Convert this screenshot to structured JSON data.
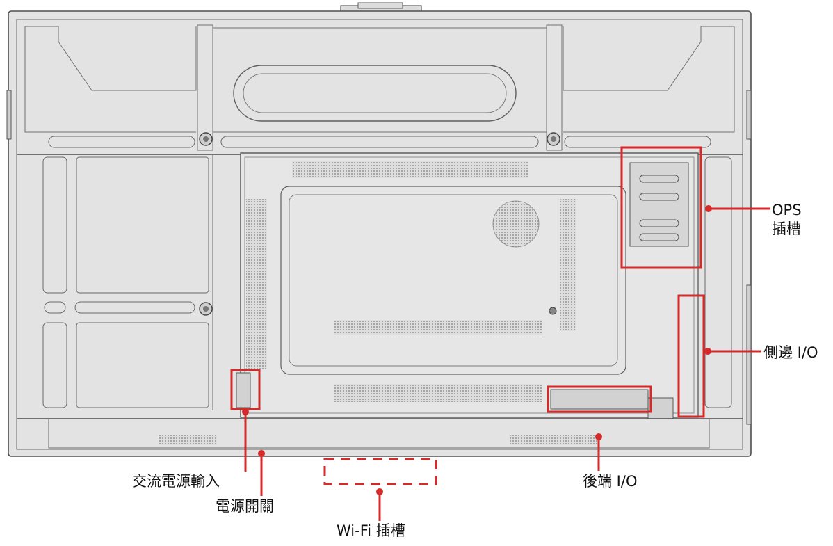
{
  "diagram": {
    "subject": "display-rear-panel",
    "callout_color": "#d42a2a",
    "panel_fill": "#e3e3e3",
    "panel_stroke": "#5a5a5a",
    "callouts": {
      "ops_slot": {
        "line1": "OPS",
        "line2": "插槽"
      },
      "side_io": {
        "label": "側邊 I/O"
      },
      "ac_power_input": {
        "label": "交流電源輸入"
      },
      "power_switch": {
        "label": "電源開關"
      },
      "wifi_slot": {
        "label": "Wi-Fi 插槽"
      },
      "rear_io": {
        "label": "後端 I/O"
      }
    }
  }
}
